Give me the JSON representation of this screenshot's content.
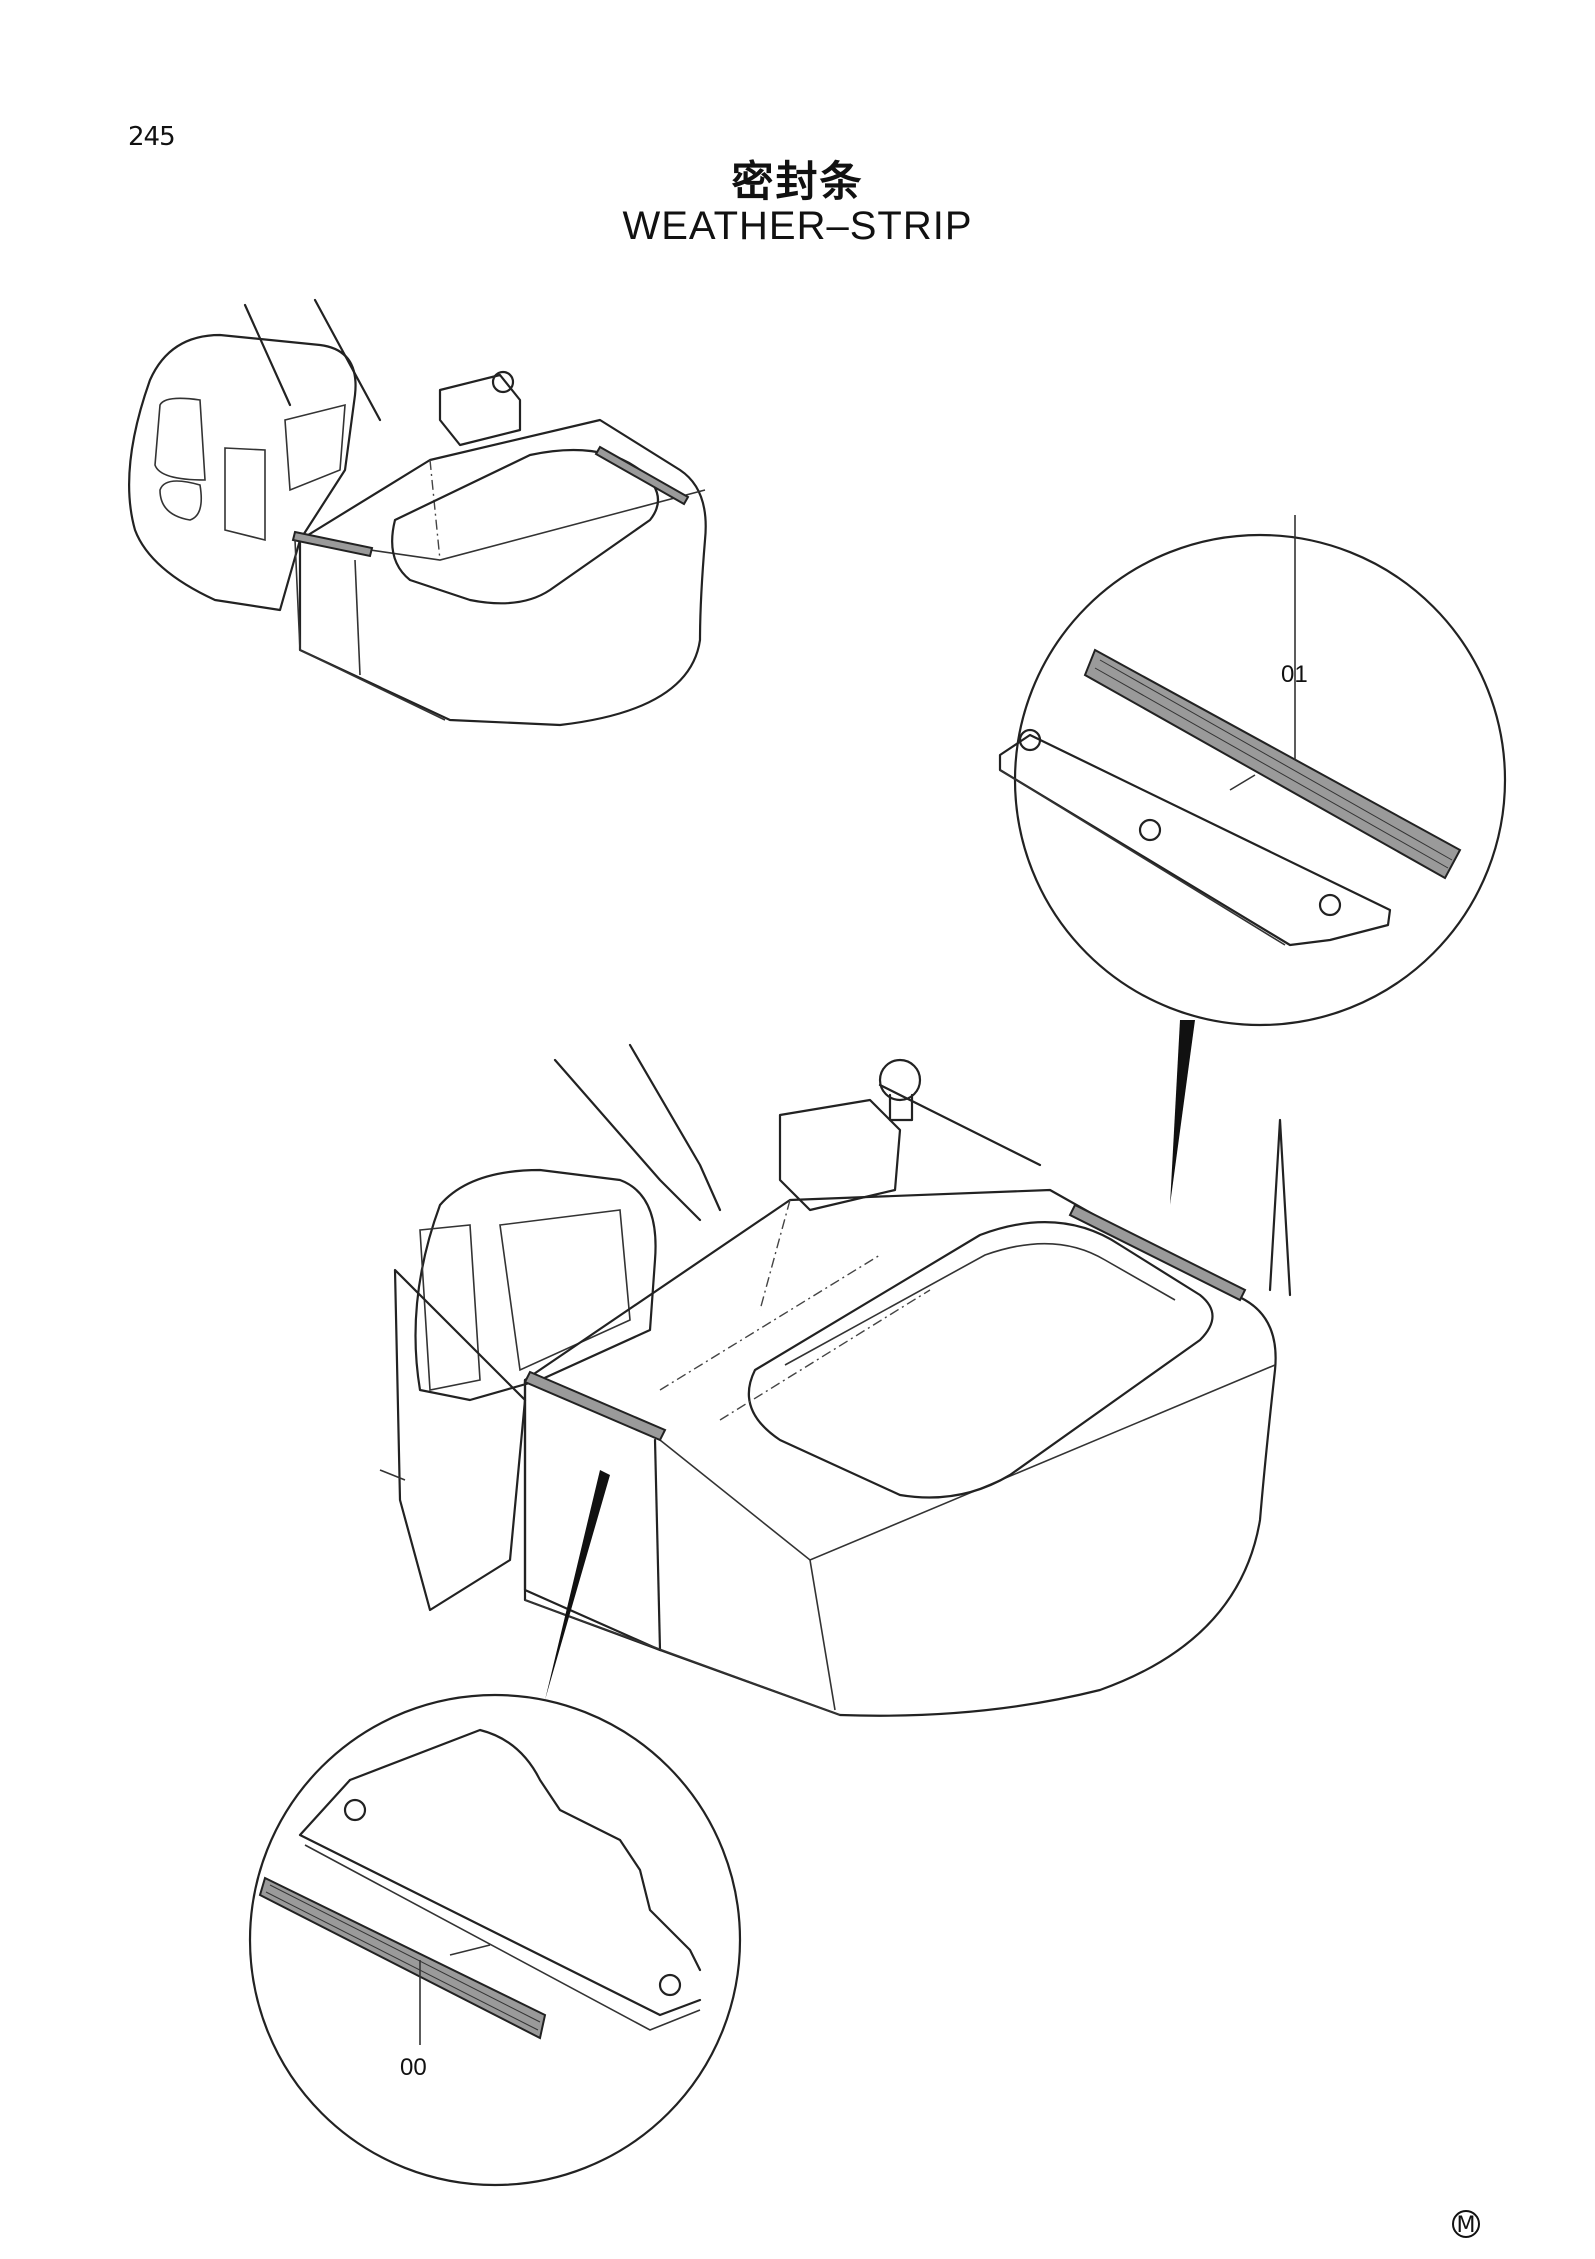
{
  "page": {
    "number": "245",
    "title_cn": "密封条",
    "title_en": "WEATHER–STRIP",
    "footer_mark": "M"
  },
  "callouts": {
    "upper": "01",
    "lower": "00"
  }
}
